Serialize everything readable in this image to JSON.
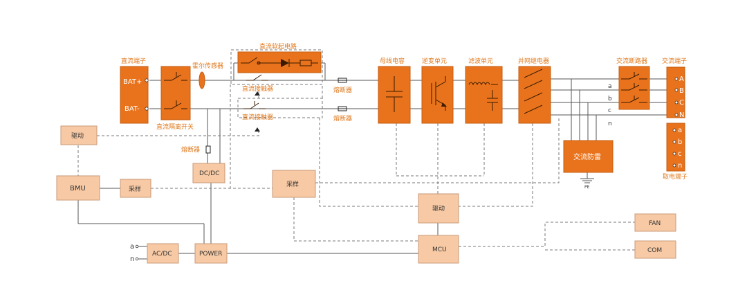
{
  "labels": {
    "dc_terminal": "直流端子",
    "bat_plus": "BAT+",
    "bat_minus": "BAT-",
    "dc_isolation_switch": "直流隔离开关",
    "hall_sensor": "霍尔传感器",
    "dc_soft_start": "直流软起电路",
    "dc_contactor_1": "直流接触器",
    "dc_contactor_2": "直流接触器",
    "fuse_1": "熔断器",
    "fuse_2": "熔断器",
    "fuse_3": "熔断器",
    "bus_capacitor": "母线电容",
    "inverter_unit": "逆变单元",
    "filter_unit": "滤波单元",
    "grid_relay": "并网继电器",
    "ac_breaker": "交流断路器",
    "ac_terminal": "交流端子",
    "ac_surge": "交流防雷",
    "pe": "PE",
    "power_terminal": "取电端子",
    "drive_left": "驱动",
    "drive_center": "驱动",
    "bmu": "BMU",
    "sampling_left": "采样",
    "sampling_center": "采样",
    "dcdc": "DC/DC",
    "acdc": "AC/DC",
    "power": "POWER",
    "mcu": "MCU",
    "fan": "FAN",
    "com": "COM",
    "input_a": "a",
    "input_n": "n"
  },
  "phase_lines": [
    "a",
    "b",
    "c",
    "n"
  ],
  "ac_terminals": [
    "A",
    "B",
    "C",
    "N"
  ],
  "power_terminals": [
    "a",
    "b",
    "c",
    "n"
  ]
}
